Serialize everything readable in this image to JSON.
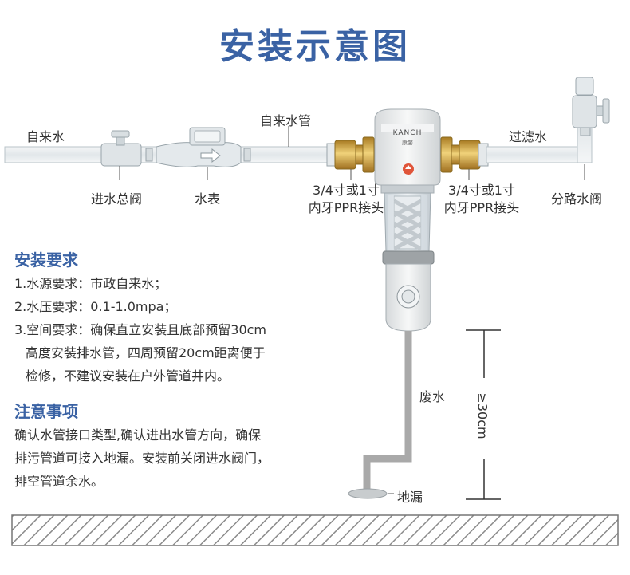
{
  "title": "安装示意图",
  "labels": {
    "tap_water_left": "自来水",
    "main_inlet_valve": "进水总阀",
    "water_meter": "水表",
    "tap_water_pipe": "自来水管",
    "connector_left_line1": "3/4寸或1寸",
    "connector_left_line2": "内牙PPR接头",
    "connector_right_line1": "3/4寸或1寸",
    "connector_right_line2": "内牙PPR接头",
    "filtered_water": "过滤水",
    "branch_valve": "分路水阀",
    "waste_water": "废水",
    "height_mark": "≥30cm",
    "floor_drain": "地漏",
    "brand": "KANCH",
    "brand_cn": "康馨"
  },
  "requirements": {
    "heading": "安装要求",
    "items": [
      "1.水源要求：市政自来水；",
      "2.水压要求：0.1-1.0mpa；",
      "3.空间要求：确保直立安装且底部预留30cm",
      "高度安装排水管，四周预留20cm距离便于",
      "检修，不建议安装在户外管道井内。"
    ]
  },
  "notes": {
    "heading": "注意事项",
    "lines": [
      "确认水管接口类型,确认进出水管方向，确保",
      "排污管道可接入地漏。安装前关闭进水阀门，",
      "排空管道余水。"
    ]
  },
  "colors": {
    "accent": "#3a62a4",
    "pipe": "#e9eef0",
    "pipe_stroke": "#b9c3c8",
    "brass": "#c9a24a",
    "drain_pipe": "#a9a9a9"
  }
}
